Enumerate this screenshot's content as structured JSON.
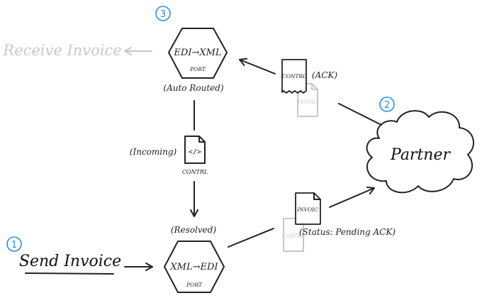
{
  "steps": {
    "one": "1",
    "two": "2",
    "three": "3"
  },
  "actions": {
    "send_invoice": "Send Invoice",
    "receive_invoice": "Receive Invoice"
  },
  "ports": {
    "top": {
      "title": "EDI→XML",
      "subtitle": "PORT",
      "caption": "(Auto Routed)"
    },
    "bottom": {
      "title": "XML→EDI",
      "subtitle": "PORT",
      "caption": "(Resolved)"
    }
  },
  "partner": {
    "label": "Partner"
  },
  "documents": {
    "ack_doc": {
      "label": "CONTRL",
      "caption": "(ACK)",
      "faded_label": "INVOIC"
    },
    "incoming_doc": {
      "icon_text": "</>",
      "label": "CONTRL",
      "caption": "(Incoming)"
    },
    "invoic_doc": {
      "label": "INVOIC",
      "caption": "(Status: Pending ACK)",
      "faded_label": "CONTRL"
    }
  }
}
